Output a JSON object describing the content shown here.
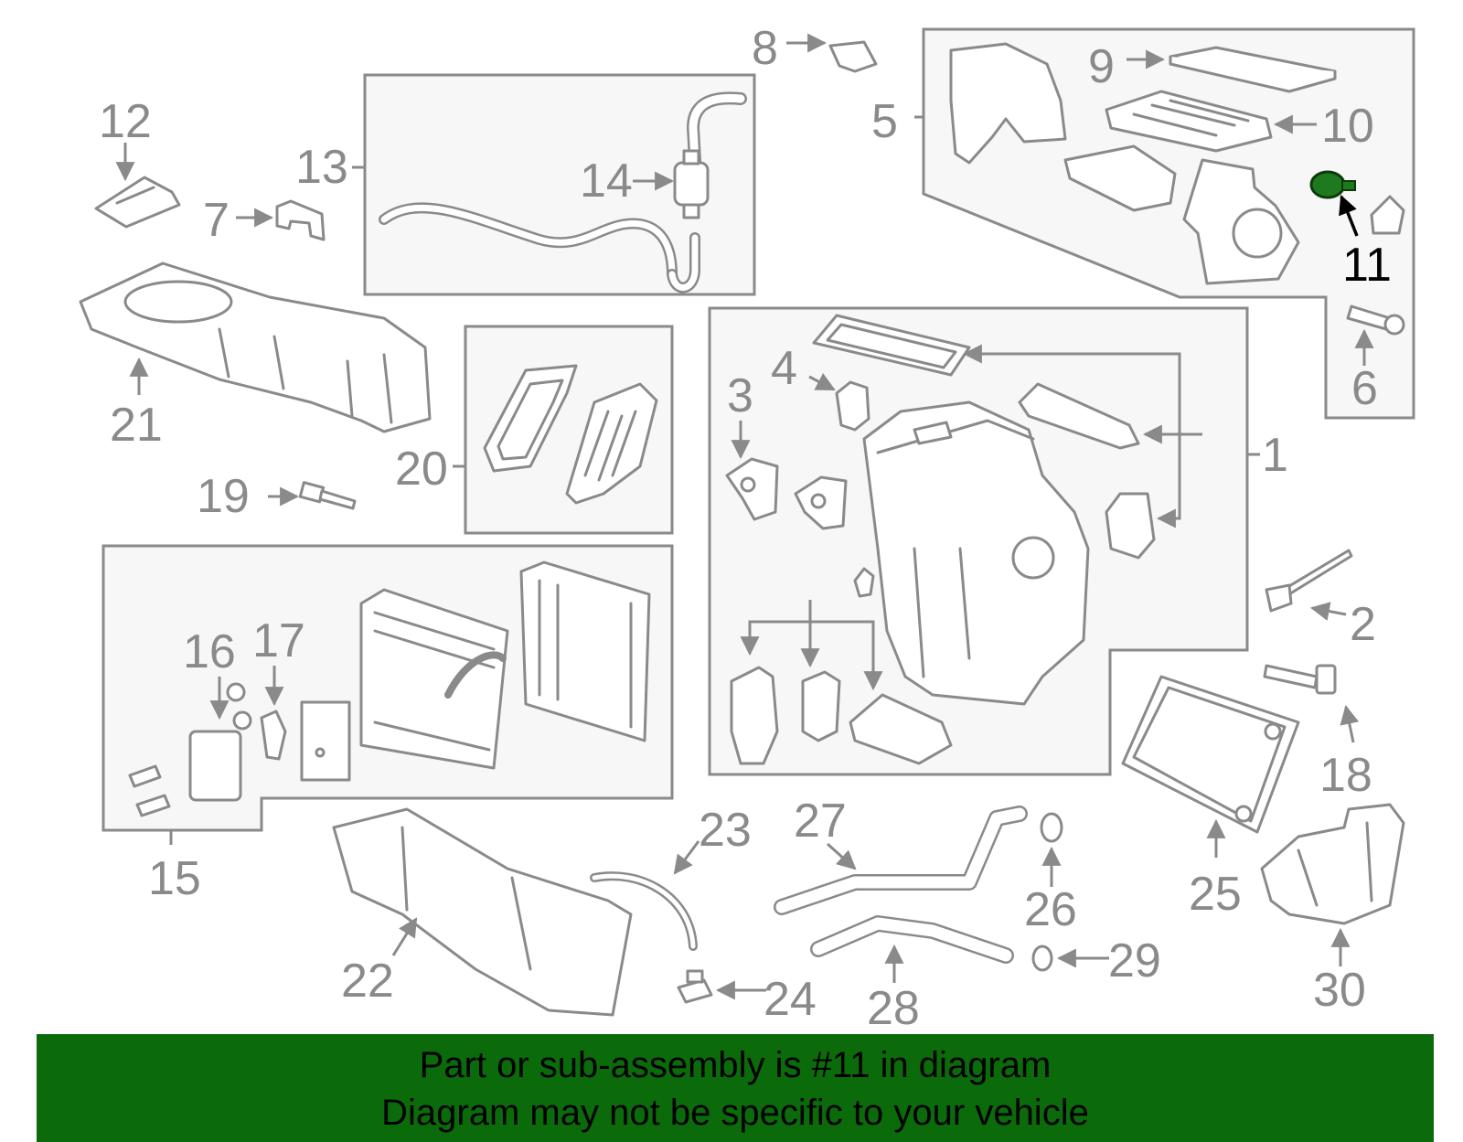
{
  "diagram": {
    "callouts": [
      "1",
      "2",
      "3",
      "4",
      "5",
      "6",
      "7",
      "8",
      "9",
      "10",
      "11",
      "12",
      "13",
      "14",
      "15",
      "16",
      "17",
      "18",
      "19",
      "20",
      "21",
      "22",
      "23",
      "24",
      "25",
      "26",
      "27",
      "28",
      "29",
      "30"
    ],
    "highlighted_part": "11",
    "colors": {
      "line": "#8a8a8a",
      "frame_fill": "#f7f7f7",
      "highlight_part": "#1f7a1f",
      "banner": "#0b6b0b"
    }
  },
  "banner": {
    "line1": "Part or sub-assembly is #11 in diagram",
    "line2": "Diagram may not be specific to your vehicle"
  }
}
